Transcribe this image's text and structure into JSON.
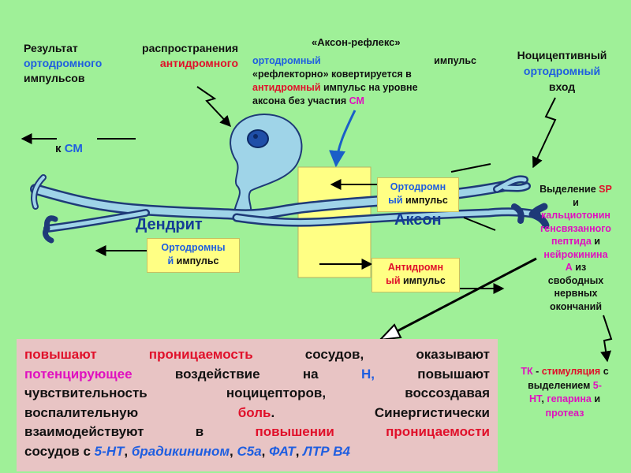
{
  "result": {
    "w1": "Результат",
    "w2": "распространения",
    "w3": "ортодромного",
    "w4": "антидромного",
    "w5": "импульсов"
  },
  "axon_reflex": {
    "title": "«Аксон-рефлекс»",
    "l1a": "ортодромный",
    "l1b": "импульс",
    "l2": "«рефлекторно» ковертируется в",
    "l3a": "антидромный",
    "l3b": " импульс на уровне",
    "l4a": "аксона без участия ",
    "l4b": "СМ"
  },
  "nociceptive": {
    "line1": "Ноцицептивный",
    "line2": "ортодромный",
    "line3": "вход"
  },
  "to_cm": {
    "prefix": "к ",
    "cm": "СМ"
  },
  "dendrite_label": "Дендрит",
  "axon_label": "Аксон",
  "box_ortho_dendrite": {
    "part1": "Ортодромны",
    "part2": "й",
    "part3": " импульс"
  },
  "box_ortho_axon": {
    "part1": "Ортодромн",
    "part2": "ый",
    "part3": " импульс"
  },
  "box_anti_axon": {
    "part1": "Антидромн",
    "part2": "ый",
    "part3": " импульс"
  },
  "release": {
    "a": "Выделение ",
    "b": "SP",
    "c": "и",
    "d": "кальциотонин",
    "e": "генсвязанного",
    "f": "пептида",
    "g": " и",
    "h": "нейрокинина",
    "i": "А",
    "j": " из",
    "k": "свободных",
    "l": "нервных",
    "m": "окончаний"
  },
  "tk": {
    "a": "ТК",
    "b": " - ",
    "c": "стимуляция",
    "d": " с",
    "e": "выделением ",
    "f": "5-",
    "g": "НТ",
    "h": ", ",
    "i": "гепарина",
    "j": " и",
    "k": "протеаз"
  },
  "panel": {
    "l1": [
      "повышают",
      "проницаемость",
      "сосудов,",
      "оказывают"
    ],
    "l2a": "потенцирующее",
    "l2b": "воздействие",
    "l2c": "на",
    "l2d": "Н,",
    "l2e": "повышают",
    "l3": [
      "чувствительность",
      "ноцицепторов,",
      "воссоздавая"
    ],
    "l4a": "воспалительную",
    "l4b": "боль",
    "l4c": ".",
    "l4d": "Синергистически",
    "l5a": "взаимодействуют",
    "l5b": "в",
    "l5c": "повышении",
    "l5d": "проницаемости",
    "l6a": "сосудов с ",
    "l6b": "5-НТ",
    "l6c": ", ",
    "l6d": "брадикинином",
    "l6e": ", ",
    "l6f": "С5а",
    "l6g": ", ",
    "l6h": "ФАТ",
    "l6i": ", ",
    "l6j": "ЛТР В4"
  },
  "colors": {
    "background": "#9ff098",
    "neuron_fill": "#9fd4e8",
    "neuron_line": "#1e3a78",
    "yellow_box": "#ffff84",
    "pink_panel": "#e8c4c4",
    "blue_text": "#1f5ee0",
    "red_text": "#e0102a",
    "magenta_text": "#e010c0",
    "arrow_blue": "#1a5fc8"
  }
}
